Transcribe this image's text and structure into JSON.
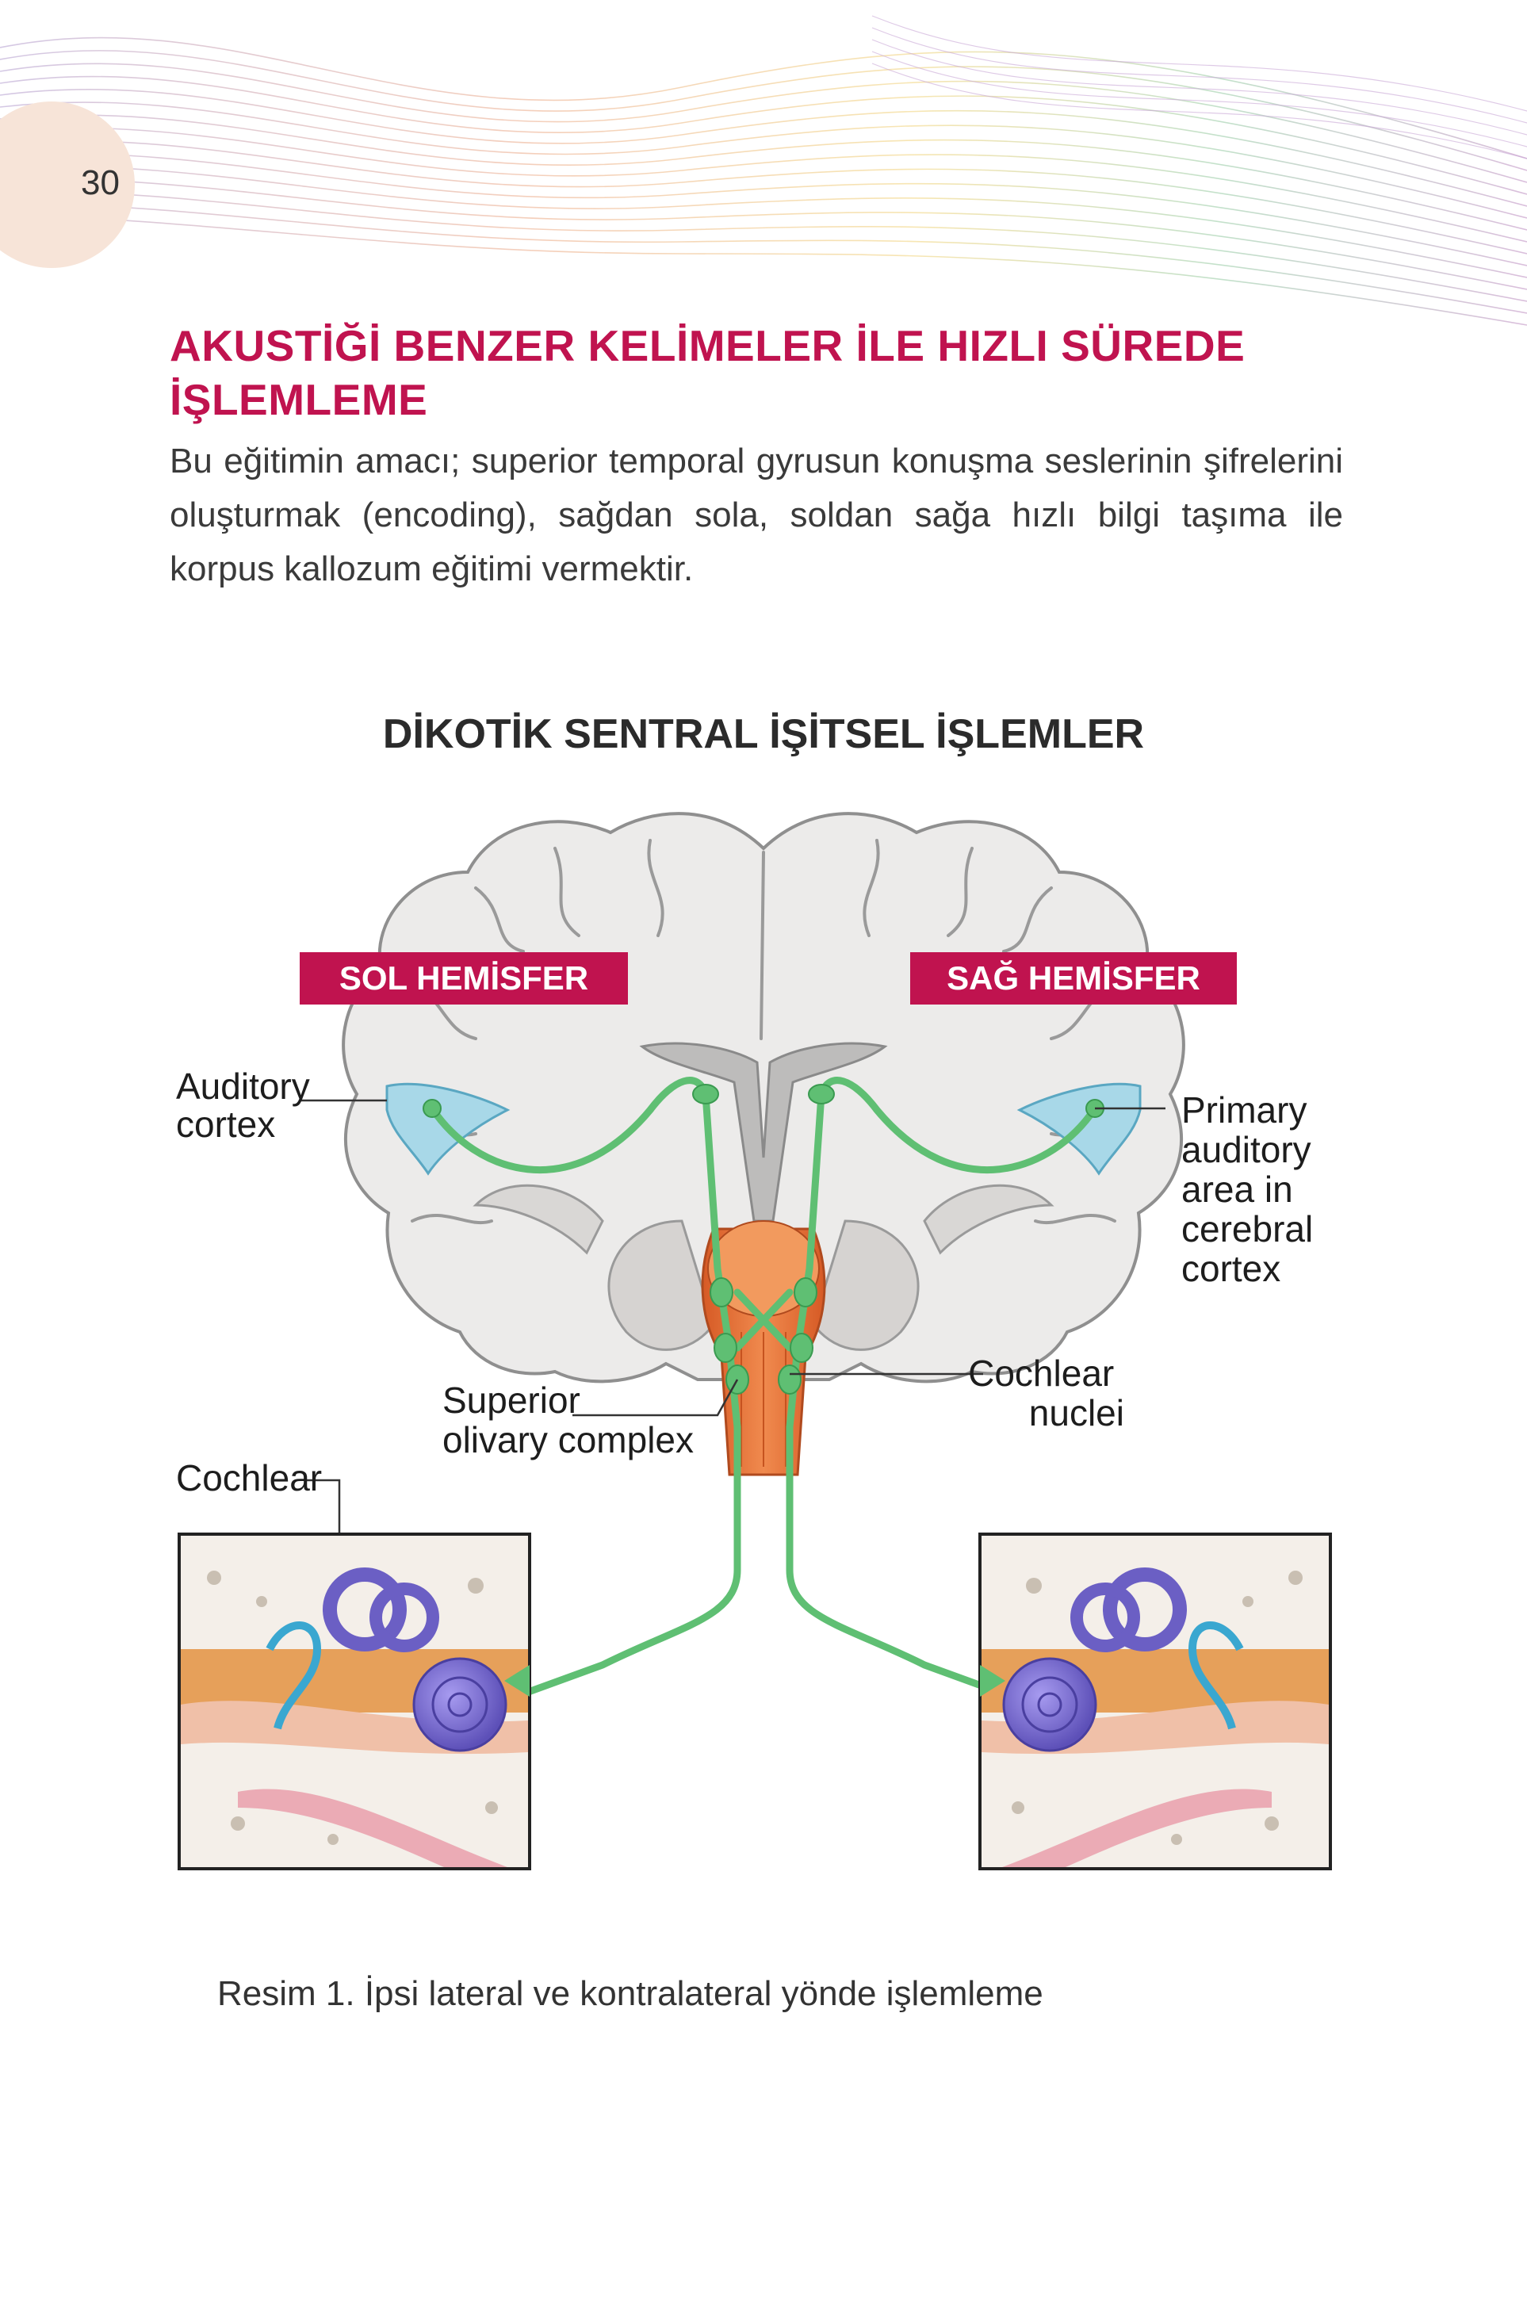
{
  "page": {
    "number": "30"
  },
  "section": {
    "title": "AKUSTİĞİ BENZER KELİMELER İLE HIZLI SÜREDE İŞLEMLEME",
    "body": "Bu eğitimin amacı; superior temporal gyrusun konuşma seslerinin şifrelerini oluşturmak (encoding), sağdan sola, soldan sağa hızlı bilgi taşıma ile korpus kallozum eğitimi vermektir."
  },
  "figure": {
    "title": "DİKOTİK SENTRAL İŞİTSEL İŞLEMLER",
    "hemispheres": {
      "left": "SOL HEMİSFER",
      "right": "SAĞ HEMİSFER"
    },
    "labels": {
      "auditory_cortex": [
        "Auditory",
        "cortex"
      ],
      "primary_auditory": [
        "Primary",
        "auditory",
        "area in",
        "cerebral",
        "cortex"
      ],
      "superior_olivary": [
        "Superior",
        "olivary complex"
      ],
      "cochlear_nuclei": [
        "Cochlear",
        "nuclei"
      ],
      "cochlear": "Cochlear"
    },
    "caption": "Resim 1. İpsi lateral ve kontralateral yönde işlemleme"
  },
  "colors": {
    "title_accent": "#c0134f",
    "label_background": "#c0134f",
    "pathway": "#5fbf73",
    "brain_tissue": "#ecebea",
    "brainstem": "#e8703a",
    "cortex_highlight": "#a8d8e8",
    "cochlea": "#7b6fd0",
    "page_tab": "#f7e4d8"
  }
}
